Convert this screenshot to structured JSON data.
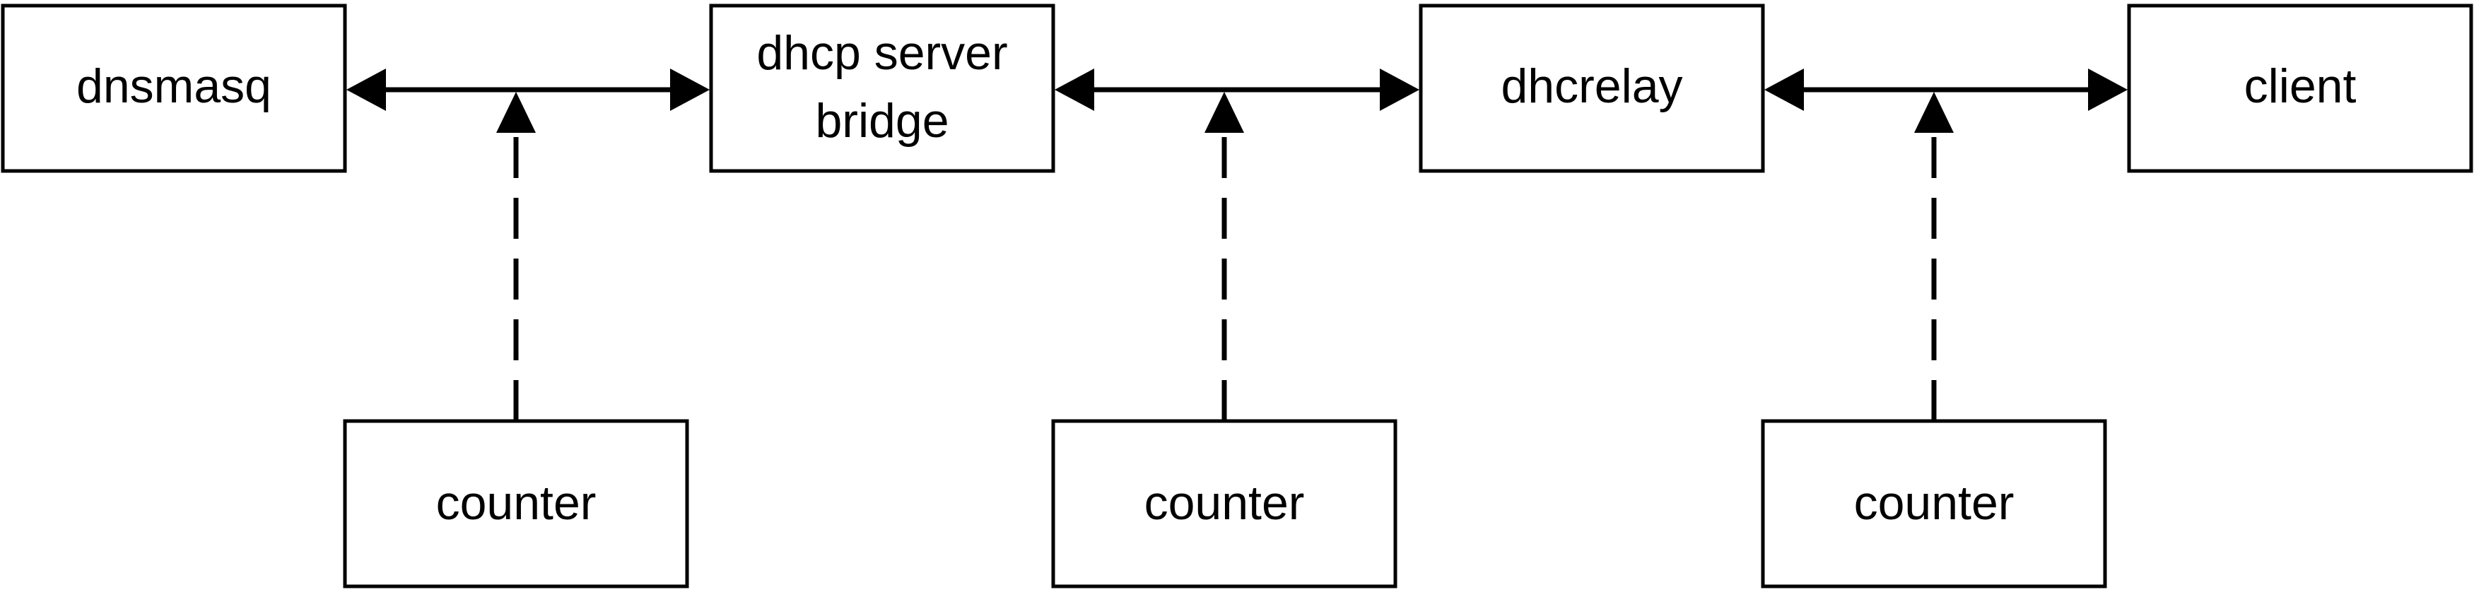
{
  "diagram": {
    "nodes": [
      {
        "id": "dnsmasq",
        "lines": [
          "dnsmasq"
        ]
      },
      {
        "id": "dhcp-server-bridge",
        "lines": [
          "dhcp server",
          "bridge"
        ]
      },
      {
        "id": "dhcrelay",
        "lines": [
          "dhcrelay"
        ]
      },
      {
        "id": "client",
        "lines": [
          "client"
        ]
      }
    ],
    "counters": [
      {
        "id": "counter-1",
        "label": "counter"
      },
      {
        "id": "counter-2",
        "label": "counter"
      },
      {
        "id": "counter-3",
        "label": "counter"
      }
    ],
    "links": [
      {
        "from": "dnsmasq",
        "to": "dhcp-server-bridge",
        "bidirectional": true
      },
      {
        "from": "dhcp-server-bridge",
        "to": "dhcrelay",
        "bidirectional": true
      },
      {
        "from": "dhcrelay",
        "to": "client",
        "bidirectional": true
      }
    ],
    "monitors": [
      {
        "from": "counter-1",
        "link_index": 0,
        "style": "dashed"
      },
      {
        "from": "counter-2",
        "link_index": 1,
        "style": "dashed"
      },
      {
        "from": "counter-3",
        "link_index": 2,
        "style": "dashed"
      }
    ],
    "colors": {
      "stroke": "#000000",
      "fill": "#ffffff",
      "text": "#000000"
    }
  }
}
